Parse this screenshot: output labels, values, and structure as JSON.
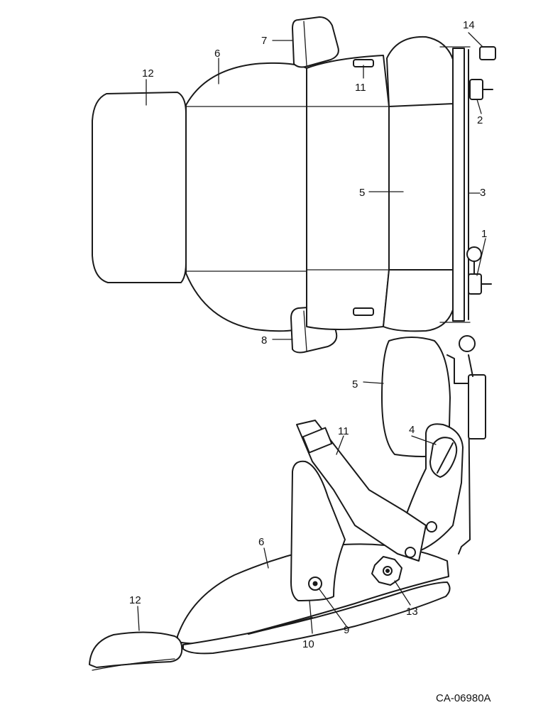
{
  "figure": {
    "code": "CA-06980A"
  },
  "callouts": {
    "front_view": {
      "c1": "1",
      "c2": "2",
      "c3": "3",
      "c5": "5",
      "c6": "6",
      "c7": "7",
      "c8": "8",
      "c11": "11",
      "c12": "12",
      "c14": "14"
    },
    "side_view": {
      "c4": "4",
      "c5": "5",
      "c6": "6",
      "c9": "9",
      "c10": "10",
      "c11": "11",
      "c12": "12",
      "c13": "13"
    }
  }
}
